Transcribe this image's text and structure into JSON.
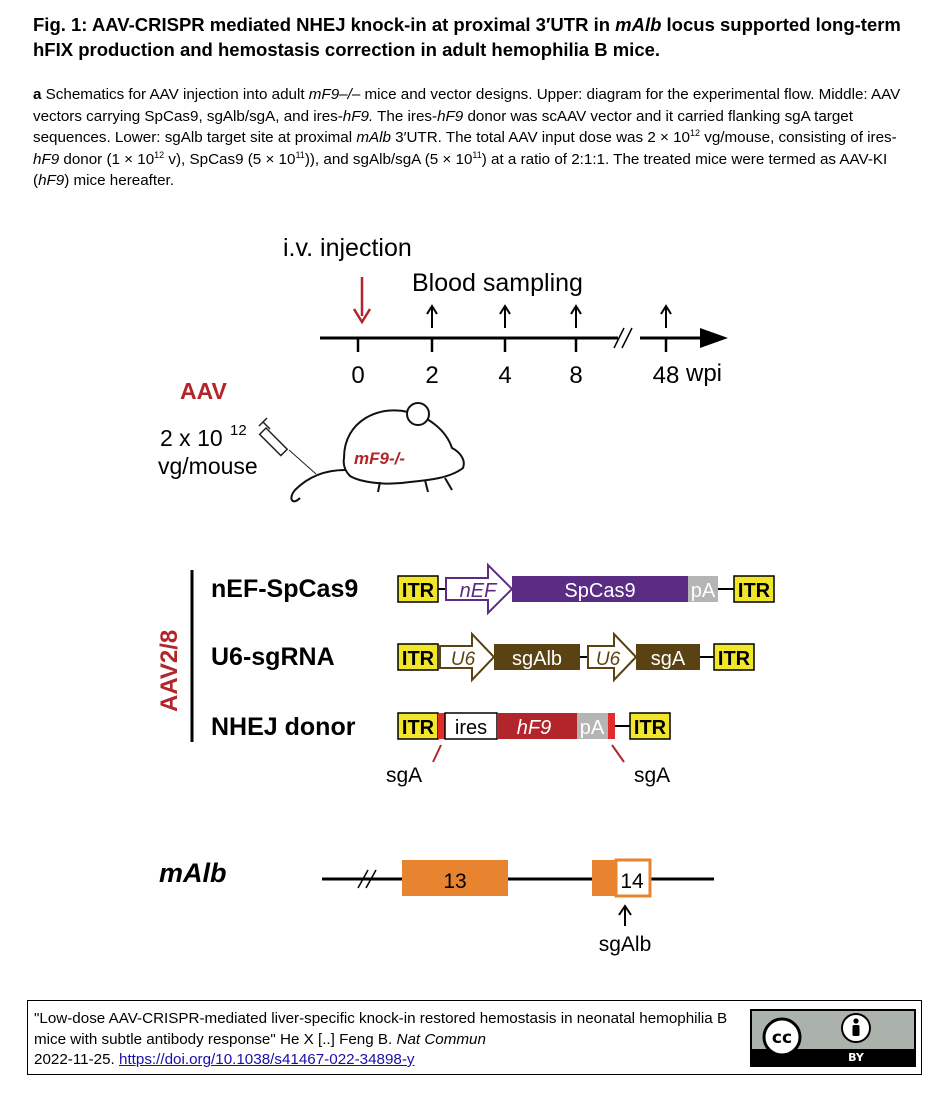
{
  "title": {
    "prefix": "Fig. 1: AAV-CRISPR mediated NHEJ knock-in at proximal 3′UTR in ",
    "gene": "mAlb",
    "suffix": " locus supported long-term hFIX production and hemostasis correction in adult hemophilia B mice."
  },
  "caption": {
    "panel": "a",
    "s1": " Schematics for AAV injection into adult ",
    "s2": "mF9–/–",
    "s3": " mice and vector designs. Upper: diagram for the experimental flow. Middle: AAV vectors carrying SpCas9, sgAlb/sgA, and ires-",
    "s4": "hF9.",
    "s5": " The ires-",
    "s6": "hF9",
    "s7": " donor was scAAV vector and it carried flanking sgA target sequences. Lower: sgAlb target site at proximal ",
    "s8": "mAlb",
    "s9": " 3′UTR. The total AAV input dose was 2 × 10",
    "s10": "12",
    "s11": " vg/mouse, consisting of ires-",
    "s12": "hF9",
    "s13": " donor (1 × 10",
    "s14": "12",
    "s15": " v), SpCas9 (5 × 10",
    "s16": "11",
    "s17": ")), and sgAlb/sgA (5 × 10",
    "s18": "11",
    "s19": ") at a ratio of 2:1:1. The treated mice were termed as AAV-KI (",
    "s20": "hF9",
    "s21": ") mice hereafter."
  },
  "timeline": {
    "injection_label": "i.v. injection",
    "sampling_label": "Blood sampling",
    "ticks": [
      "0",
      "2",
      "4",
      "8",
      "48"
    ],
    "unit": "wpi"
  },
  "aav": {
    "label": "AAV",
    "dose_base": "2 x 10",
    "dose_exp": "12",
    "dose_unit": "vg/mouse",
    "mouse_label": "mF9-/-"
  },
  "vectors": {
    "serotype": "AAV2/8",
    "rows": [
      {
        "name": "nEF-SpCas9"
      },
      {
        "name": "U6-sgRNA"
      },
      {
        "name": "NHEJ donor"
      }
    ],
    "itr": "ITR",
    "nef": "nEF",
    "spcas9": "SpCas9",
    "pa": "pA",
    "u6": "U6",
    "sgalb": "sgAlb",
    "sga": "sgA",
    "ires": "ires",
    "hf9": "hF9",
    "sga_left": "sgA",
    "sga_right": "sgA"
  },
  "locus": {
    "name": "mAlb",
    "exon13": "13",
    "exon14": "14",
    "target": "sgAlb"
  },
  "citation": {
    "text": "\"Low-dose AAV-CRISPR-mediated liver-specific knock-in restored hemostasis in neonatal hemophilia B mice with subtle antibody response\" He X [..] Feng B. ",
    "journal": "Nat Commun",
    "date": "2022-11-25. ",
    "doi": "https://doi.org/10.1038/s41467-022-34898-y",
    "license_cc": "cc",
    "license_by": "BY"
  },
  "colors": {
    "dark_red": "#b2252a",
    "purple": "#5a2c83",
    "olive": "#5a4212",
    "yellow": "#f2e62a",
    "orange": "#e8832f",
    "gray": "#b5b5b5"
  }
}
